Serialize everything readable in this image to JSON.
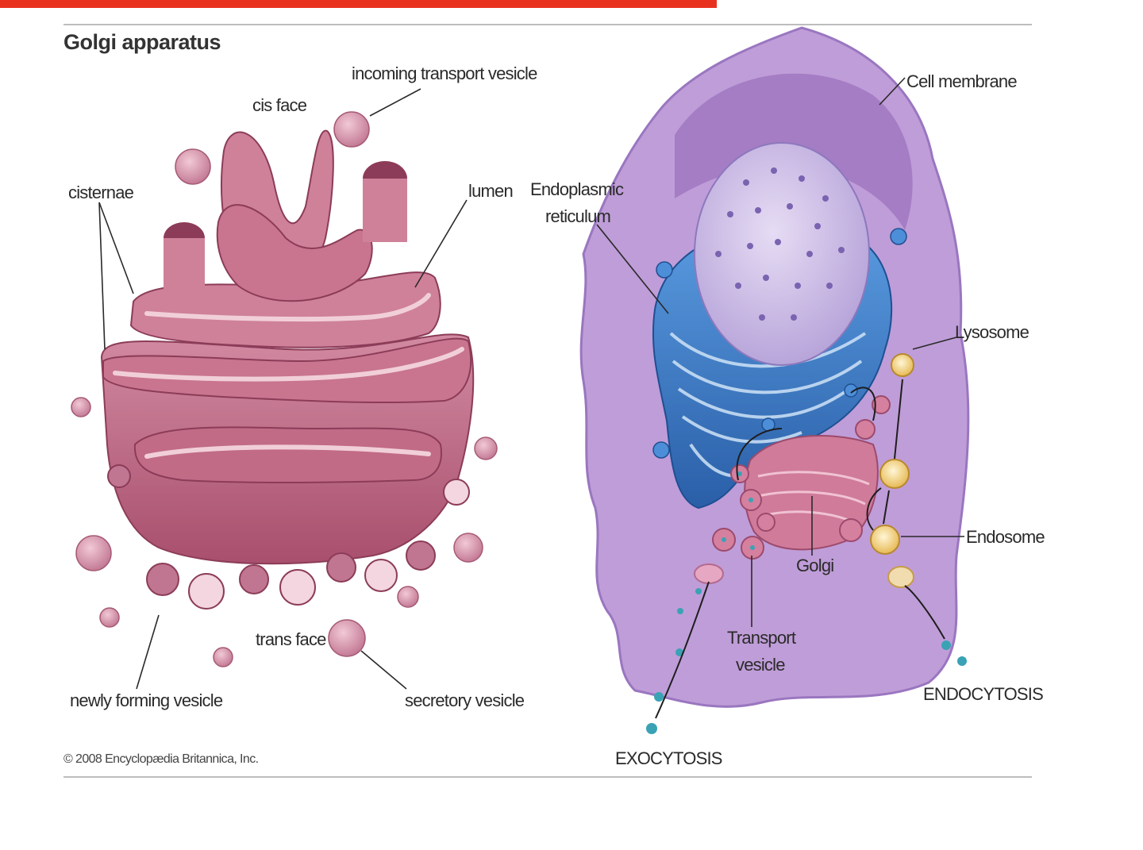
{
  "golgi": {
    "title": "Golgi apparatus",
    "labels": {
      "incoming": "incoming transport vesicle",
      "cis_face": "cis face",
      "cisternae": "cisternae",
      "lumen": "lumen",
      "trans_face": "trans face",
      "newly_forming": "newly forming vesicle",
      "secretory": "secretory vesicle"
    },
    "copyright": "© 2008 Encyclopædia Britannica, Inc."
  },
  "cell": {
    "labels": {
      "cell_membrane": "Cell membrane",
      "er_line1": "Endoplasmic",
      "er_line2": "reticulum",
      "lysosome": "Lysosome",
      "endosome": "Endosome",
      "golgi": "Golgi",
      "transport_line1": "Transport",
      "transport_line2": "vesicle",
      "endocytosis": "ENDOCYTOSIS",
      "exocytosis": "EXOCYTOSIS"
    }
  },
  "colors": {
    "accent": "#e8321f",
    "golgi_pink": "#b9607c",
    "cell_purple": "#b592cf",
    "er_blue": "#3f7fc6"
  }
}
